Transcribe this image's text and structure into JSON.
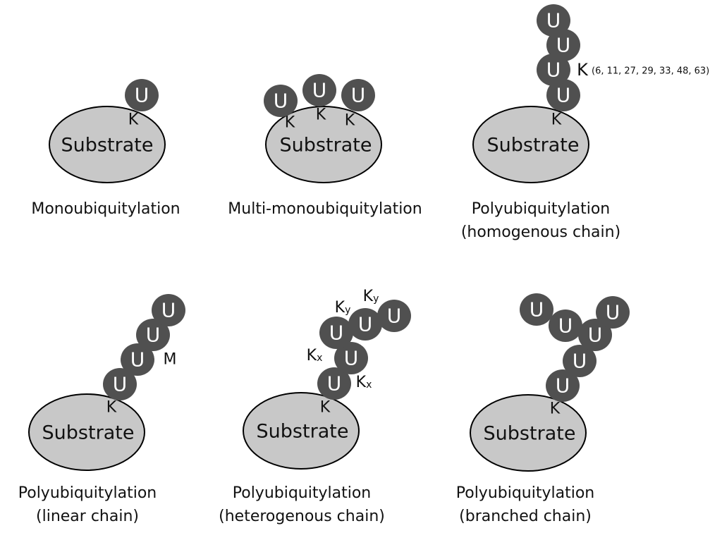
{
  "labels": {
    "substrate": "Substrate",
    "ubiquitin": "U",
    "lysine": "K",
    "methionine": "M",
    "lysine_positions": "(6, 11, 27, 29, 33, 48, 63)",
    "sub_x": "x",
    "sub_y": "y"
  },
  "panels": [
    {
      "caption": [
        "Monoubiquitylation"
      ]
    },
    {
      "caption": [
        "Multi-monoubiquitylation"
      ]
    },
    {
      "caption": [
        "Polyubiquitylation",
        "(homogenous chain)"
      ]
    },
    {
      "caption": [
        "Polyubiquitylation",
        "(linear chain)"
      ]
    },
    {
      "caption": [
        "Polyubiquitylation",
        "(heterogenous chain)"
      ]
    },
    {
      "caption": [
        "Polyubiquitylation",
        "(branched chain)"
      ]
    }
  ],
  "colors": {
    "ubiquitin_fill": "#505050",
    "substrate_fill": "#c8c8c8",
    "text": "#111111"
  }
}
